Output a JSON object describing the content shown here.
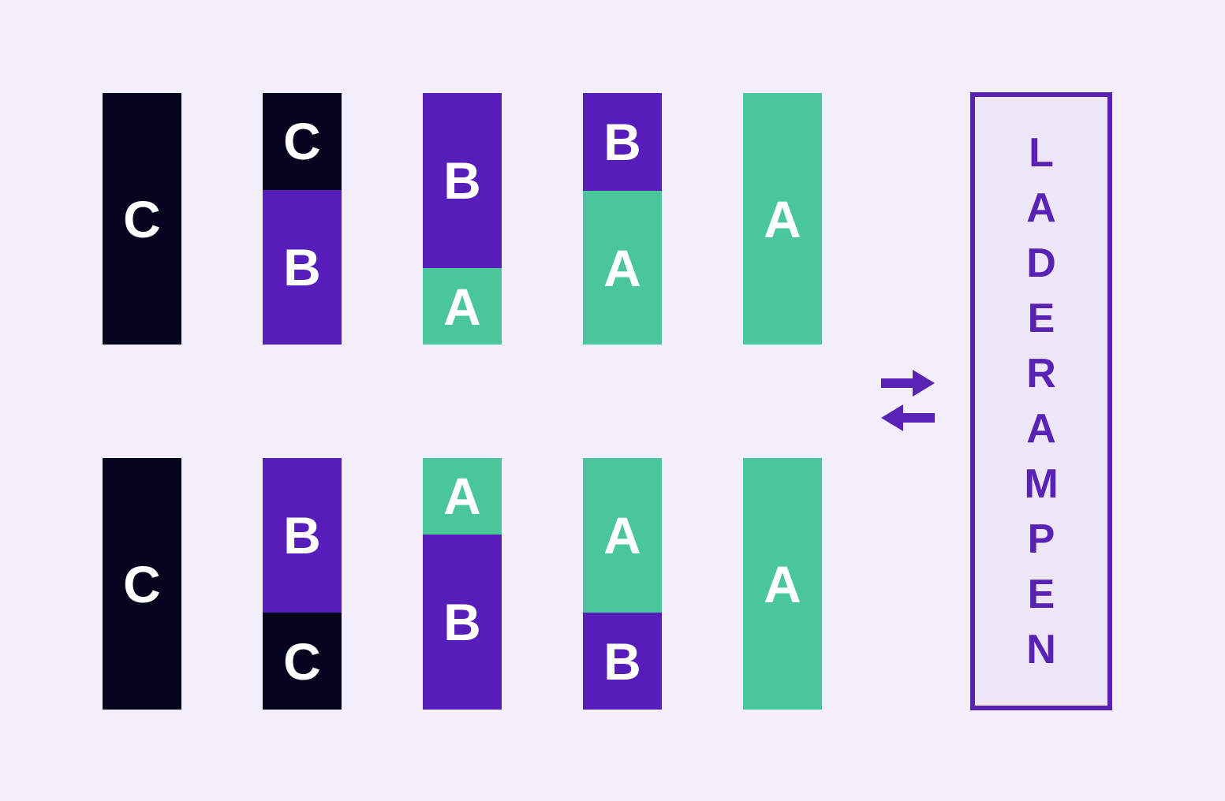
{
  "palette": {
    "page_background": "#f2eefb",
    "navy": "#050520",
    "purple": "#561dbb",
    "teal": "#4ac69d",
    "segment_label": "#ffffff",
    "accent": "#5a21b5",
    "box_background": "#ece6f7"
  },
  "rows": [
    {
      "name": "top",
      "bars": [
        {
          "segments": [
            {
              "label": "C",
              "color": "navy",
              "fraction": 1.0
            }
          ]
        },
        {
          "segments": [
            {
              "label": "C",
              "color": "navy",
              "fraction": 0.385
            },
            {
              "label": "B",
              "color": "purple",
              "fraction": 0.615
            }
          ]
        },
        {
          "segments": [
            {
              "label": "B",
              "color": "purple",
              "fraction": 0.696
            },
            {
              "label": "A",
              "color": "teal",
              "fraction": 0.304
            }
          ]
        },
        {
          "segments": [
            {
              "label": "B",
              "color": "purple",
              "fraction": 0.389
            },
            {
              "label": "A",
              "color": "teal",
              "fraction": 0.611
            }
          ]
        },
        {
          "segments": [
            {
              "label": "A",
              "color": "teal",
              "fraction": 1.0
            }
          ]
        }
      ]
    },
    {
      "name": "bottom",
      "bars": [
        {
          "segments": [
            {
              "label": "C",
              "color": "navy",
              "fraction": 1.0
            }
          ]
        },
        {
          "segments": [
            {
              "label": "B",
              "color": "purple",
              "fraction": 0.615
            },
            {
              "label": "C",
              "color": "navy",
              "fraction": 0.385
            }
          ]
        },
        {
          "segments": [
            {
              "label": "A",
              "color": "teal",
              "fraction": 0.304
            },
            {
              "label": "B",
              "color": "purple",
              "fraction": 0.696
            }
          ]
        },
        {
          "segments": [
            {
              "label": "A",
              "color": "teal",
              "fraction": 0.615
            },
            {
              "label": "B",
              "color": "purple",
              "fraction": 0.385
            }
          ]
        },
        {
          "segments": [
            {
              "label": "A",
              "color": "teal",
              "fraction": 1.0
            }
          ]
        }
      ]
    }
  ],
  "arrows": {
    "top_icon": "arrow-right-icon",
    "bottom_icon": "arrow-left-icon"
  },
  "side_box": {
    "word": "LADERAMPEN"
  }
}
